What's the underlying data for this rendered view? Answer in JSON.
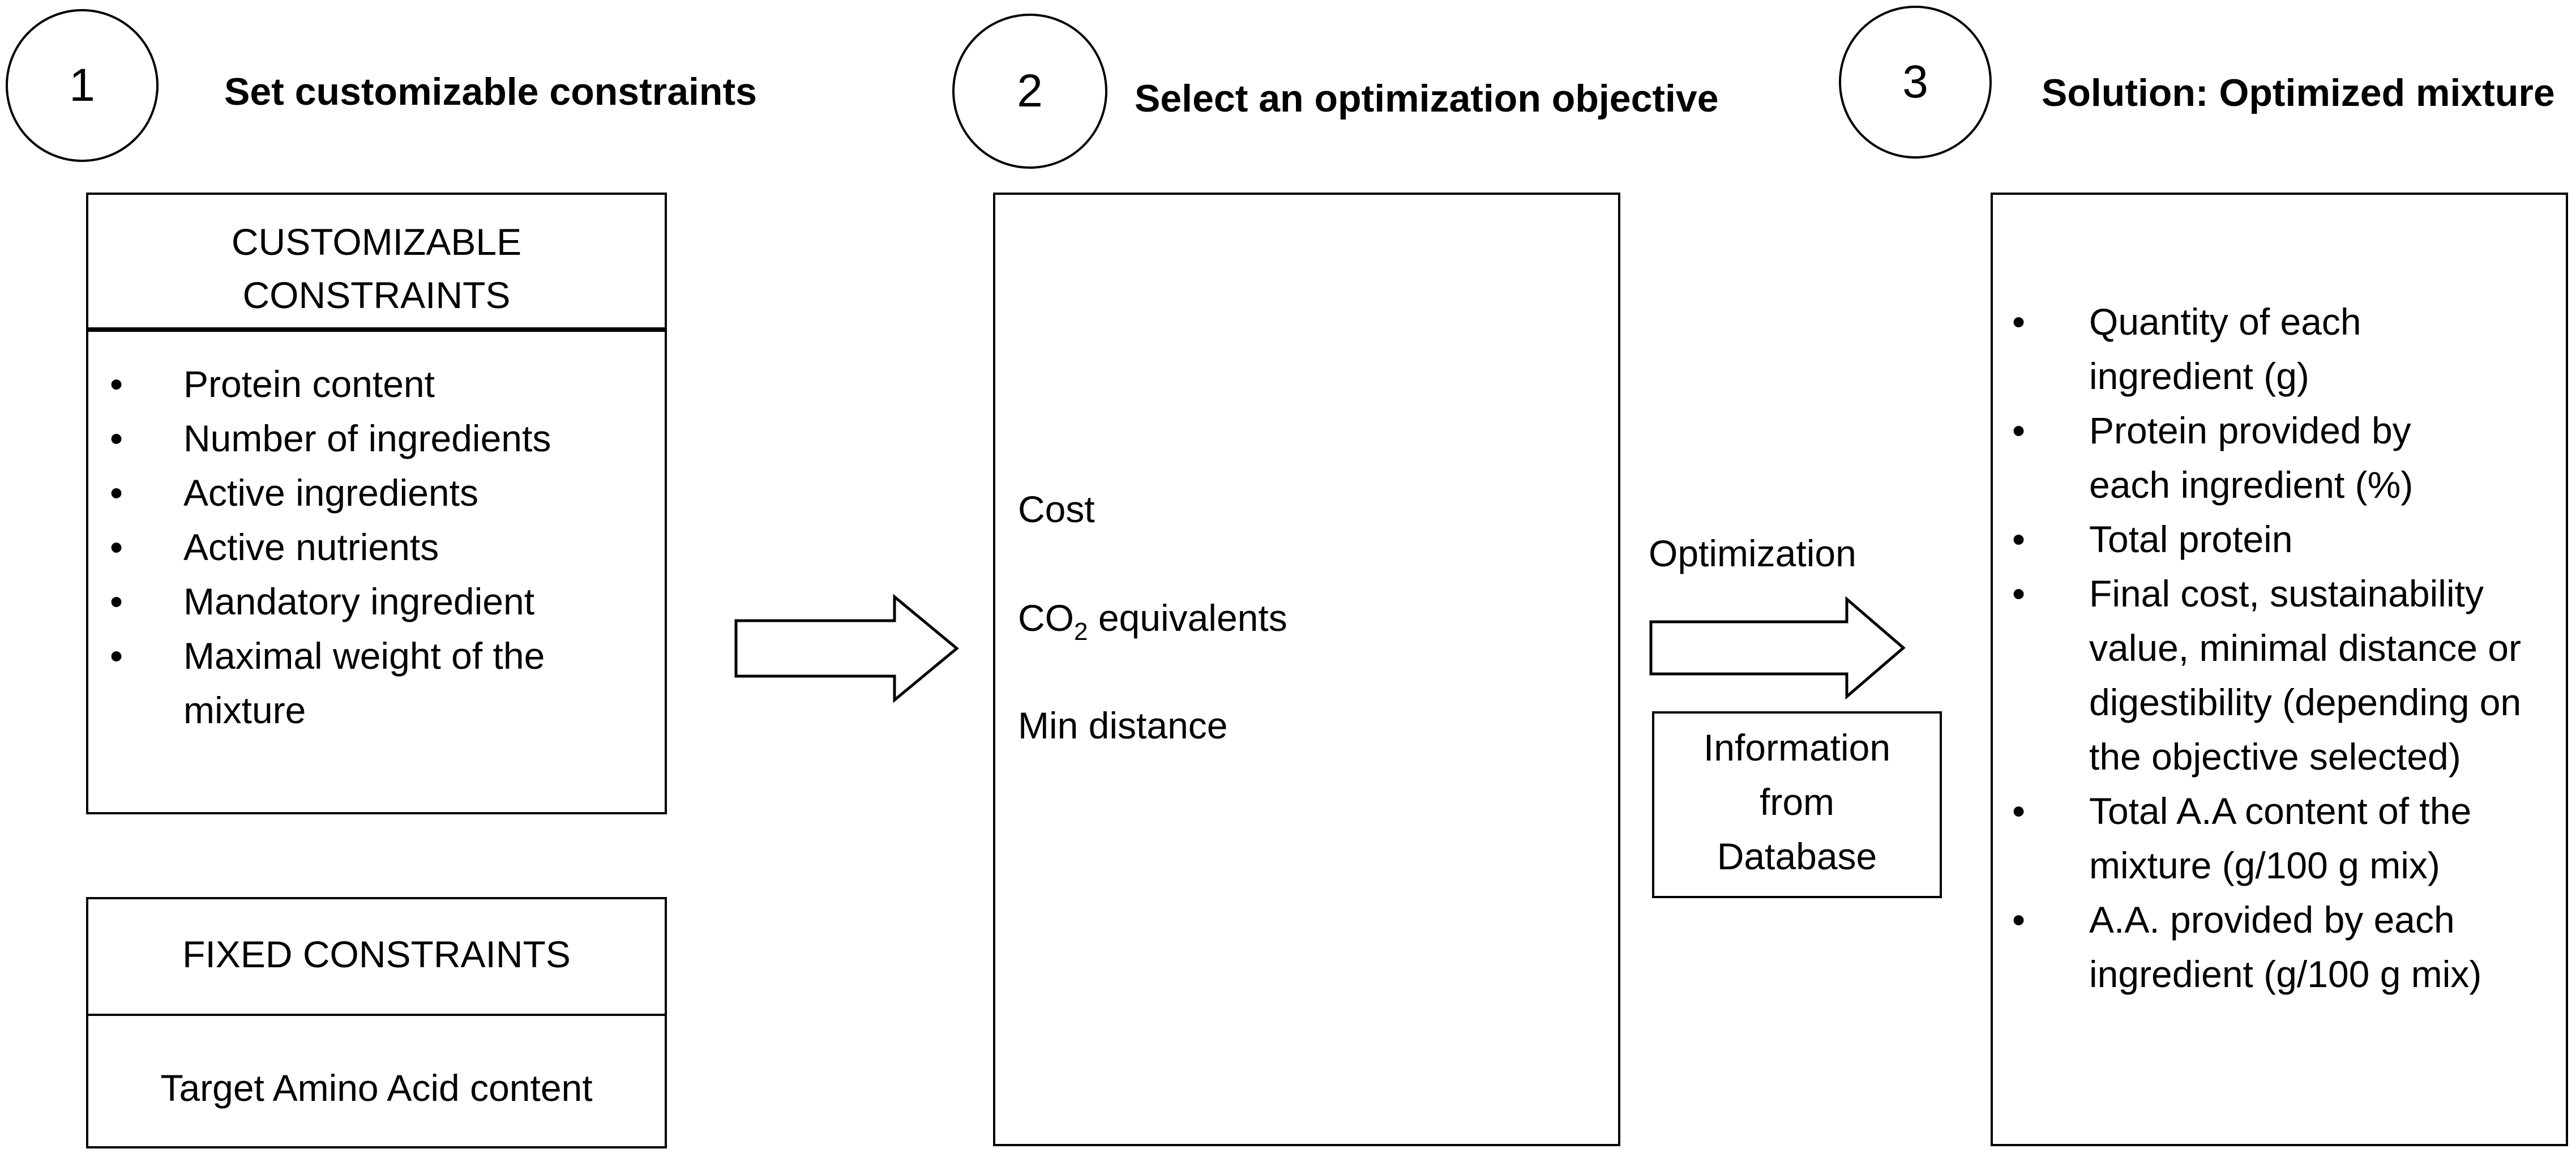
{
  "steps": [
    {
      "number": "1",
      "title": "Set customizable constraints"
    },
    {
      "number": "2",
      "title": "Select an optimization objective"
    },
    {
      "number": "3",
      "title": "Solution: Optimized mixture"
    }
  ],
  "customizable": {
    "header_line1": "CUSTOMIZABLE",
    "header_line2": "CONSTRAINTS",
    "items": [
      "Protein content",
      "Number of ingredients",
      "Active ingredients",
      "Active nutrients",
      "Mandatory ingredient",
      "Maximal weight of the mixture"
    ]
  },
  "fixed": {
    "header": "FIXED CONSTRAINTS",
    "item": "Target Amino Acid content"
  },
  "objectives": {
    "cost": "Cost",
    "co2_prefix": "CO",
    "co2_sub": "2",
    "co2_suffix": " equivalents",
    "min_distance": "Min distance"
  },
  "optimization_label": "Optimization",
  "database_box": {
    "line1": "Information",
    "line2": "from",
    "line3": "Database"
  },
  "solution_items": [
    "Quantity of each ingredient (g)",
    "Protein provided by each ingredient (%)",
    "Total protein",
    "Final cost, sustainability value, minimal distance or digestibility (depending on the objective selected)",
    "Total A.A content of the mixture (g/100 g mix)",
    "A.A. provided by each ingredient (g/100 g mix)"
  ]
}
